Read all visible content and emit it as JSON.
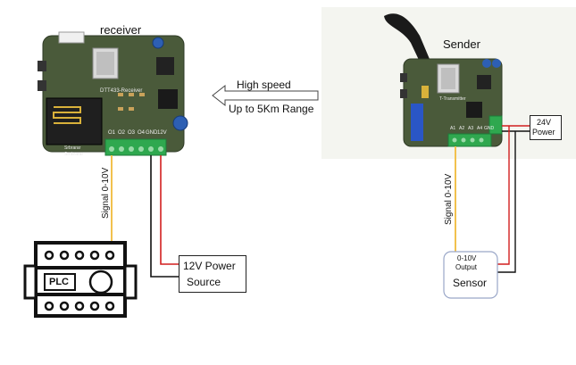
{
  "receiver": {
    "title": "receiver",
    "board_label": "DTT433-Receiver",
    "terminal_labels": [
      "O1",
      "O2",
      "O3",
      "O4",
      "GND",
      "12V"
    ],
    "side_text_1": "Srbrarar",
    "side_text_2": "Srnbrarar"
  },
  "sender": {
    "title": "Sender",
    "board_label": "T-Transmitter",
    "terminal_labels": [
      "A1",
      "A2",
      "A3",
      "A4",
      "GND"
    ]
  },
  "link": {
    "line1": "High speed",
    "line2": "Up to 5Km Range"
  },
  "receiver_signal_label": "Signal 0-10V",
  "sender_signal_label": "Signal 0-10V",
  "plc": {
    "label": "PLC"
  },
  "power_source": {
    "line1": "12V Power",
    "line2": "Source"
  },
  "power_24v": {
    "line1": "24V",
    "line2": "Power"
  },
  "sensor": {
    "line1": "0-10V",
    "line2": "Output",
    "name": "Sensor"
  },
  "colors": {
    "board": "#4a5a3a",
    "terminal": "#2fa84f",
    "signal_wire": "#f2c14e",
    "positive_wire": "#d21f1f",
    "negative_wire": "#111111"
  }
}
